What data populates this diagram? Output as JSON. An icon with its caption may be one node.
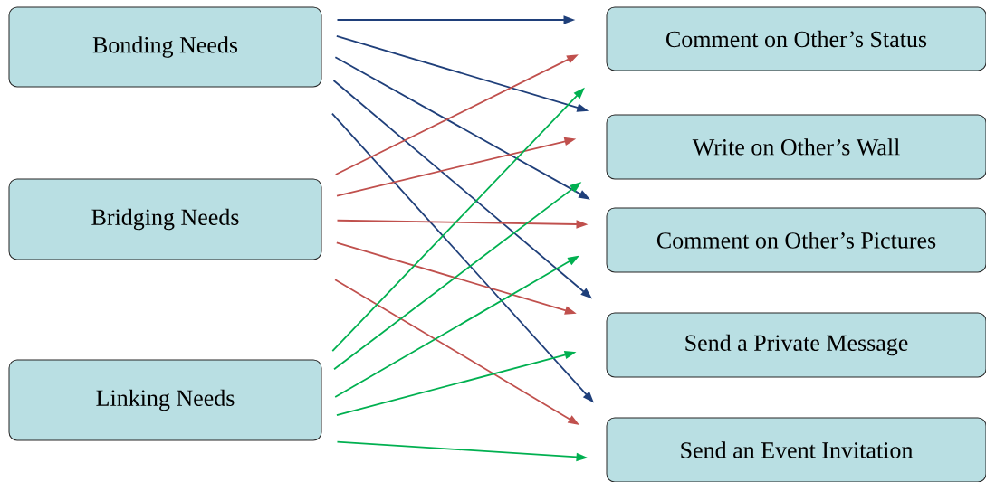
{
  "diagram": {
    "nodes": [
      {
        "text": [
          "Bonding Needs"
        ]
      },
      {
        "text": [
          "Bridging Needs"
        ]
      },
      {
        "text": [
          "Linking Needs"
        ]
      },
      {
        "text": [
          "Comment on Other’s Status"
        ]
      },
      {
        "text": [
          "Write on Other’s Wall"
        ]
      },
      {
        "text": [
          "Comment on Other’s Pictures"
        ]
      },
      {
        "text": [
          "Send a Private Message"
        ]
      },
      {
        "text": [
          "Send an Event Invitation"
        ]
      }
    ],
    "edges": [
      {
        "from": 0,
        "to": 3,
        "arrow": "to",
        "color": "#1f3f7a"
      },
      {
        "from": 0,
        "to": 4,
        "arrow": "to",
        "color": "#1f3f7a"
      },
      {
        "from": 0,
        "to": 5,
        "arrow": "to",
        "color": "#1f3f7a"
      },
      {
        "from": 0,
        "to": 6,
        "arrow": "to",
        "color": "#1f3f7a"
      },
      {
        "from": 0,
        "to": 7,
        "arrow": "to",
        "color": "#1f3f7a"
      },
      {
        "from": 1,
        "to": 3,
        "arrow": "to",
        "color": "#c0504d"
      },
      {
        "from": 1,
        "to": 4,
        "arrow": "to",
        "color": "#c0504d"
      },
      {
        "from": 1,
        "to": 5,
        "arrow": "to",
        "color": "#c0504d"
      },
      {
        "from": 1,
        "to": 6,
        "arrow": "to",
        "color": "#c0504d"
      },
      {
        "from": 1,
        "to": 7,
        "arrow": "to",
        "color": "#c0504d"
      },
      {
        "from": 2,
        "to": 3,
        "arrow": "to",
        "color": "#00b050"
      },
      {
        "from": 2,
        "to": 4,
        "arrow": "to",
        "color": "#00b050"
      },
      {
        "from": 2,
        "to": 5,
        "arrow": "to",
        "color": "#00b050"
      },
      {
        "from": 2,
        "to": 6,
        "arrow": "to",
        "color": "#00b050"
      },
      {
        "from": 2,
        "to": 7,
        "arrow": "to",
        "color": "#00b050"
      }
    ]
  }
}
